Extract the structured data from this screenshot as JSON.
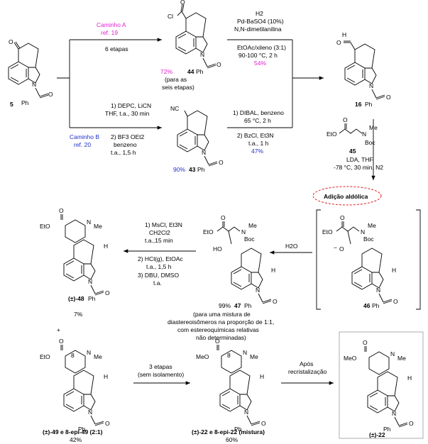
{
  "compounds": {
    "c5": "5",
    "c44": "44",
    "c43": "43",
    "c16": "16",
    "c45": "45",
    "c46": "46",
    "c47": "47",
    "c48": "(±)-48",
    "c49": "(±)-49 e 8-epi-49 (2:1)",
    "c22mix": "(±)-22 e 8-epi-22 (mistura)",
    "c22": "(±)-22"
  },
  "route_a": {
    "name": "Caminho A",
    "ref": "ref. 19",
    "steps": "6 etapas",
    "yield": "72%",
    "yield_note_1": "(para as",
    "yield_note_2": "seis etapas)"
  },
  "route_b": {
    "name": "Caminho B",
    "ref": "ref. 20",
    "cond1": "1) DEPC, LiCN",
    "cond2": "THF, t.a., 30 min",
    "cond3": "2) BF3 OEt2",
    "cond4": "benzeno",
    "cond5": "t.a., 1,5 h",
    "yield": "90%"
  },
  "step_44_16": {
    "c1": "H2",
    "c2": "Pd-BaSO4 (10%)",
    "c3": "N,N-dimetilanilina",
    "c4": "EtOAc/xileno (3:1)",
    "c5": "90-100 °C, 2 h",
    "yield": "54%"
  },
  "step_43_16": {
    "c1": "1) DIBAL, benzeno",
    "c2": "65 °C, 2 h",
    "c3": "2) BzCl, Et3N",
    "c4": "t.a., 1 h",
    "yield": "47%"
  },
  "step_16_46": {
    "c1": "LDA, THF",
    "c2": "-78 °C, 30 min, N2"
  },
  "aldol_label": "Adição aldólica",
  "water": "H2O",
  "step_47_48": {
    "c1": "1) MsCl, Et3N",
    "c2": "CH2Cl2",
    "c3": "t.a.,15 min",
    "c4": "2) HCl(g), EtOAc",
    "c5": "t.a., 1,5 h",
    "c6": "3) DBU, DMSO",
    "c7": "t.a."
  },
  "yield_47": "99%",
  "note_47": [
    "(para uma mistura de",
    "diastereoisômeros na proporção de 1:1,",
    "com estereoquímicas relativas",
    "não determinadas)"
  ],
  "yield_48": "7%",
  "plus": "+",
  "yield_49": "42%",
  "step_49_22": {
    "c1": "3 etapas",
    "c2": "(sem isolamento)"
  },
  "yield_22mix": "60%",
  "step_recryst": {
    "c1": "Após",
    "c2": "recristalização"
  },
  "atoms": {
    "O": "O",
    "N": "N",
    "Cl": "Cl",
    "H": "H",
    "Ph": "Ph",
    "Me": "Me",
    "Boc": "Boc",
    "EtO": "EtO",
    "MeO": "MeO",
    "HO": "HO",
    "NC": "NC",
    "num8": "8",
    "neg": "−"
  },
  "colors": {
    "route_a": "#e020d0",
    "route_b": "#2030c8",
    "aldol_border": "#e02020"
  }
}
